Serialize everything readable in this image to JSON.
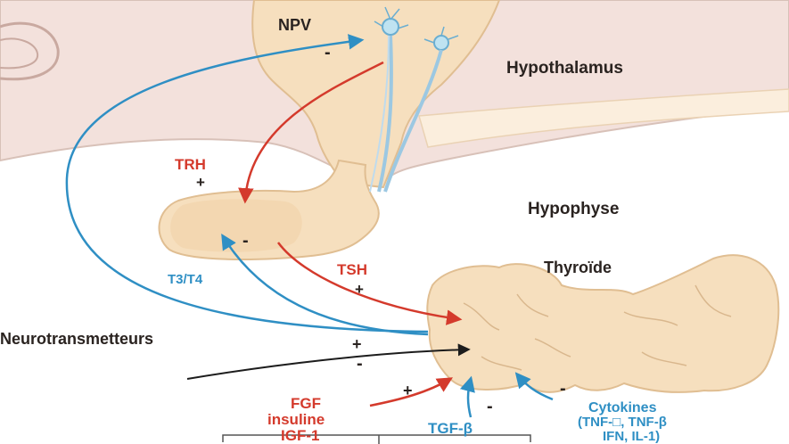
{
  "labels": {
    "npv": "NPV",
    "hypothalamus": "Hypothalamus",
    "hypophyse": "Hypophyse",
    "thyroide": "Thyroïde",
    "trh": "TRH",
    "trh_sign": "+",
    "t3t4": "T3/T4",
    "tsh": "TSH",
    "tsh_sign": "+",
    "npv_feedback_sign": "-",
    "pituitary_feedback_sign": "-",
    "neurotransmetteurs": "Neurotransmetteurs",
    "neuro_plus": "+",
    "neuro_minus": "-",
    "growth_plus": "+",
    "fgf": "FGF",
    "insuline": "insuline",
    "igf": "IGF-1",
    "tgf": "TGF-β",
    "tgf_sign": "-",
    "cytokines_sign": "-",
    "cytokines": "Cytokines",
    "cytokines_list1": "(TNF-□, TNF-β",
    "cytokines_list2": "IFN, IL-1)"
  },
  "colors": {
    "tissue": "#f6dfbe",
    "tissue_dark": "#e9c59a",
    "brain": "#f3e1dc",
    "red_arrow": "#d43a2c",
    "blue_arrow": "#2f8fc4",
    "black_arrow": "#1c1c1c"
  }
}
